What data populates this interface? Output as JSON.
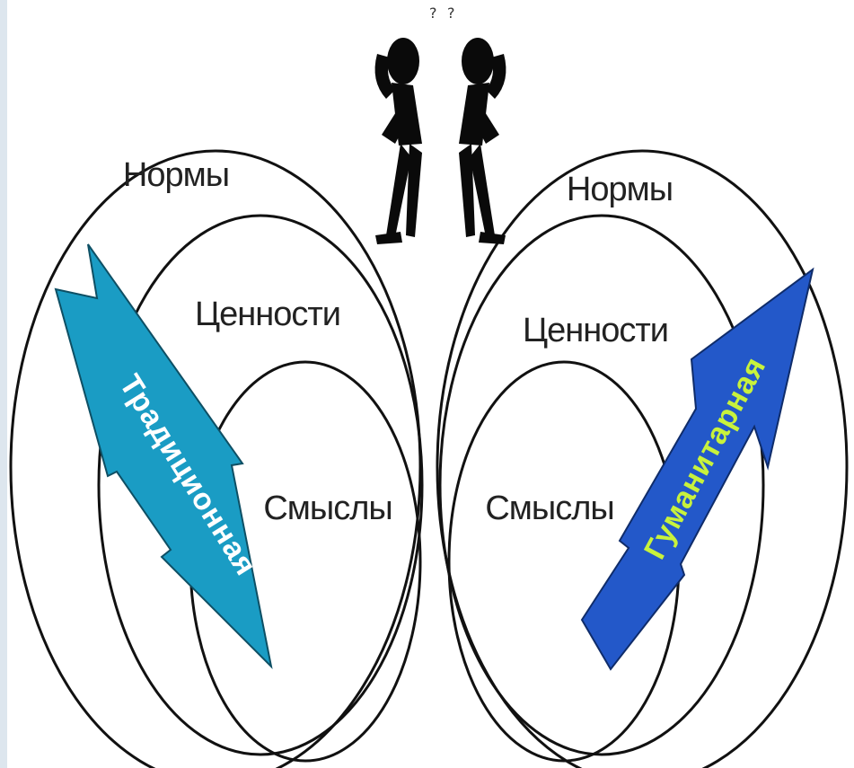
{
  "left_diagram": {
    "outer_label": "Нормы",
    "middle_label": "Ценности",
    "inner_label": "Смыслы",
    "arrow_label": "Традиционная",
    "arrow_color": "#1a9cc4",
    "arrow_text_color": "#ffffff"
  },
  "right_diagram": {
    "outer_label": "Нормы",
    "middle_label": "Ценности",
    "inner_label": "Смыслы",
    "arrow_label": "Гуманитарная",
    "arrow_color": "#2358c9",
    "arrow_text_color": "#c8f23c"
  },
  "figures": {
    "left_thought": "?",
    "right_thought": "?"
  },
  "colors": {
    "line": "#111111",
    "text": "#222222",
    "figure": "#0a0a0a"
  }
}
